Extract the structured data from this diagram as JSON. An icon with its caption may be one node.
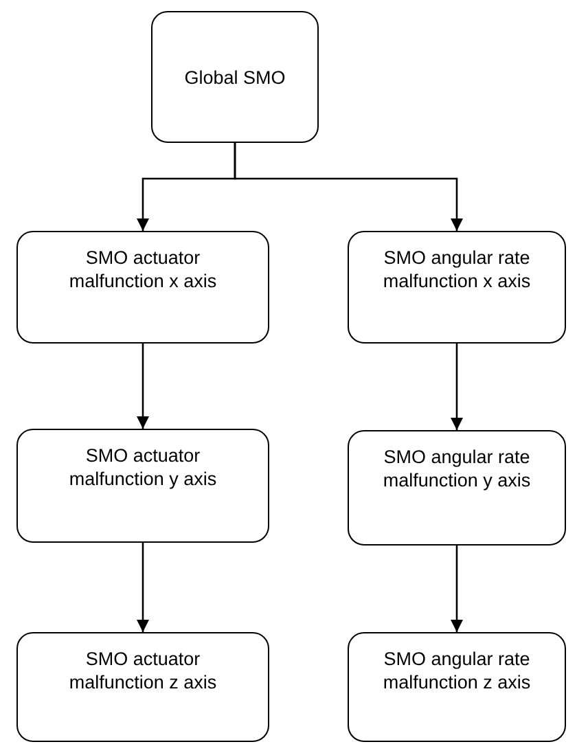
{
  "diagram": {
    "nodes": [
      {
        "text": [
          "Global SMO"
        ]
      },
      {
        "text": [
          "SMO actuator malfunction x axis"
        ]
      },
      {
        "text": [
          "SMO actuator malfunction y axis"
        ]
      },
      {
        "text": [
          "SMO actuator malfunction z axis"
        ]
      },
      {
        "text": [
          "SMO angular rate malfunction x axis"
        ]
      },
      {
        "text": [
          "SMO angular rate malfunction y axis"
        ]
      },
      {
        "text": [
          "SMO angular rate malfunction z axis"
        ]
      }
    ],
    "edges": [
      {
        "from": 0,
        "to": 1,
        "arrow": "to"
      },
      {
        "from": 0,
        "to": 4,
        "arrow": "to"
      },
      {
        "from": 1,
        "to": 2,
        "arrow": "to"
      },
      {
        "from": 2,
        "to": 3,
        "arrow": "to"
      },
      {
        "from": 4,
        "to": 5,
        "arrow": "to"
      },
      {
        "from": 5,
        "to": 6,
        "arrow": "to"
      }
    ]
  }
}
